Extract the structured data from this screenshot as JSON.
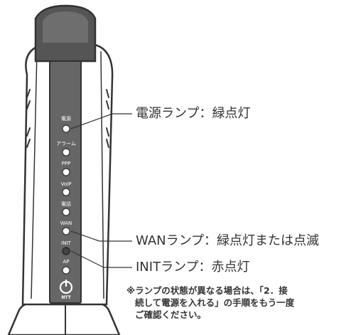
{
  "device": {
    "lamps": [
      {
        "label": "電源"
      },
      {
        "label": "アラーム"
      },
      {
        "label": "PPP"
      },
      {
        "label": "VoIP"
      },
      {
        "label": "電話"
      },
      {
        "label": "WAN"
      },
      {
        "label": "INIT"
      },
      {
        "label": "AP"
      }
    ],
    "logo": "NTT",
    "colors": {
      "body": "#ffffff",
      "panel": "#666666",
      "outline": "#333333",
      "lamp_off": "#ffffff",
      "lamp_lit": "#444444"
    }
  },
  "callouts": {
    "power": "電源ランプ：緑点灯",
    "wan": "WANランプ：緑点灯または点滅",
    "init": "INITランプ：赤点灯"
  },
  "note": {
    "line1": "※ランプの状態が異なる場合は、「2．接",
    "line2": "続して電源を入れる」の手順をもう一度",
    "line3": "ご確認ください。"
  }
}
